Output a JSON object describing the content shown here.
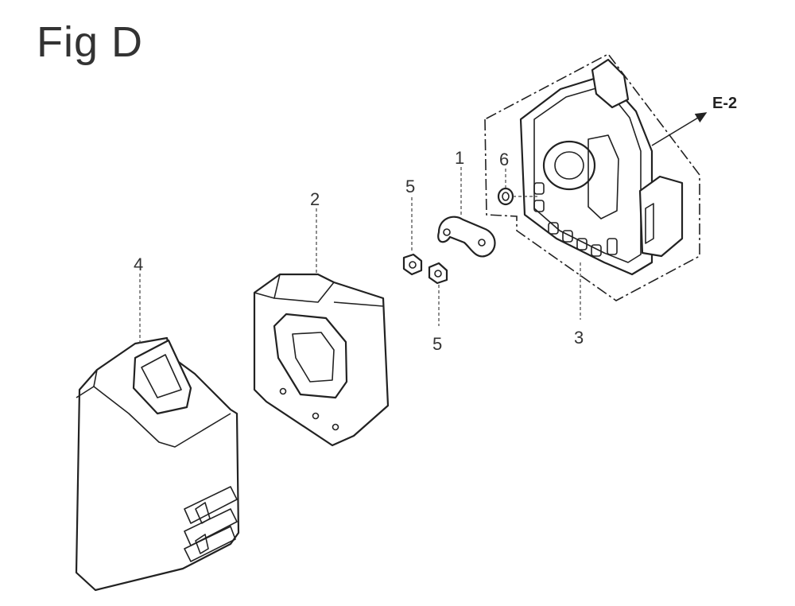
{
  "figure": {
    "title": "Fig D",
    "reference": "E-2"
  },
  "callouts": [
    {
      "id": "callout-1",
      "label": "1"
    },
    {
      "id": "callout-2",
      "label": "2"
    },
    {
      "id": "callout-3",
      "label": "3"
    },
    {
      "id": "callout-4",
      "label": "4"
    },
    {
      "id": "callout-5a",
      "label": "5"
    },
    {
      "id": "callout-5b",
      "label": "5"
    },
    {
      "id": "callout-6",
      "label": "6"
    }
  ]
}
